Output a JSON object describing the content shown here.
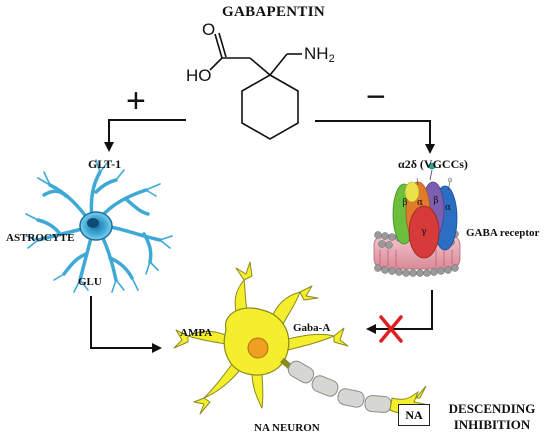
{
  "title": "GABAPENTIN",
  "molecule": {
    "acid_label": "HO",
    "oxygen_label": "O",
    "amine_label": "NH",
    "amine_sub": "2"
  },
  "signs": {
    "plus": "+",
    "minus": "−"
  },
  "left_branch": {
    "target": "GLT-1",
    "cell": "ASTROCYTE",
    "product": "GLU"
  },
  "right_branch": {
    "target": "α2δ (VGCCs)",
    "receptor": "GABA receptor"
  },
  "neuron": {
    "receptor_left": "AMPA",
    "receptor_right": "Gaba-A",
    "name": "NA NEURON",
    "terminal": "NA"
  },
  "outcome": {
    "line1": "DESCENDING",
    "line2": "INHIBITION"
  },
  "colors": {
    "astrocyte": "#3fa9d6",
    "neuron_fill": "#f4ee2c",
    "neuron_stroke": "#8a8a20",
    "nucleus": "#f0a020",
    "block": "#e02020"
  }
}
